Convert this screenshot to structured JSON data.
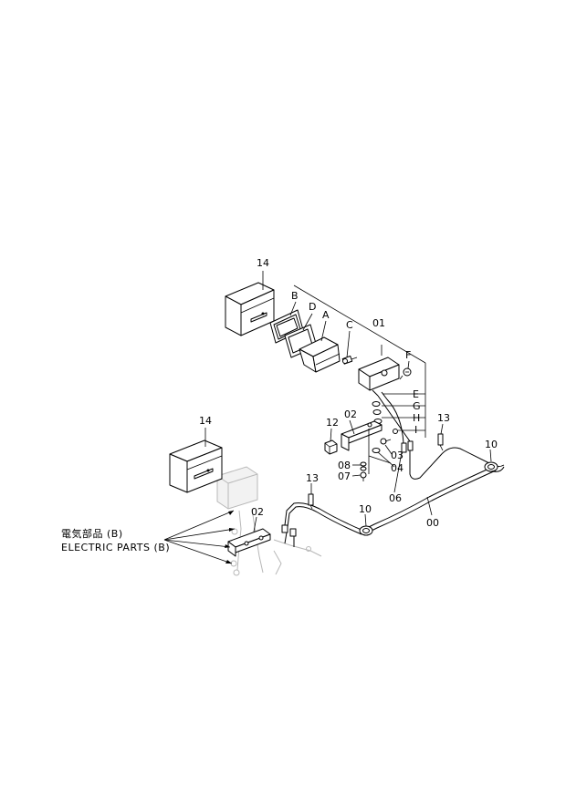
{
  "caption": {
    "jp": "電気部品 (B)",
    "en": "ELECTRIC  PARTS  (B)"
  },
  "labels": {
    "part_14_upper": "14",
    "part_14_lower": "14",
    "B": "B",
    "D": "D",
    "A": "A",
    "C": "C",
    "part_01": "01",
    "F": "F",
    "E": "E",
    "G": "G",
    "H": "H",
    "I": "I",
    "part_12": "12",
    "part_02_upper": "02",
    "part_02_lower": "02",
    "part_03": "03",
    "part_04": "04",
    "part_08": "08",
    "part_07": "07",
    "part_06": "06",
    "part_13_right": "13",
    "part_13_left": "13",
    "part_10_right": "10",
    "part_10_mid": "10",
    "part_00": "00"
  }
}
